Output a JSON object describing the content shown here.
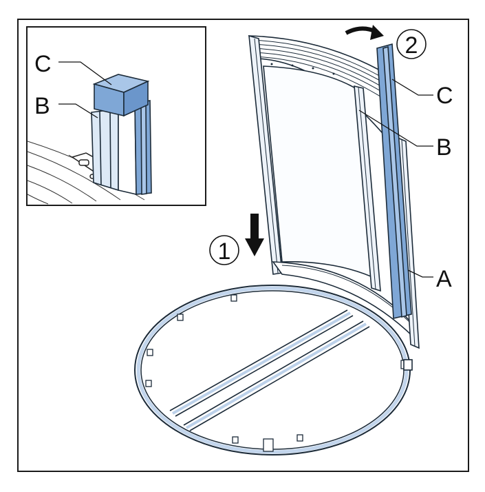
{
  "labels": {
    "inset_c": "C",
    "inset_b": "B",
    "main_c": "C",
    "main_b": "B",
    "main_a": "A"
  },
  "steps": {
    "step1": "1",
    "step2": "2"
  },
  "colors": {
    "line": "#1b2a38",
    "blue": "#8fb3dc",
    "blue_light": "#c9dcf1",
    "blue_dark": "#5d88bd",
    "frame_fill": "#eef3f9"
  }
}
